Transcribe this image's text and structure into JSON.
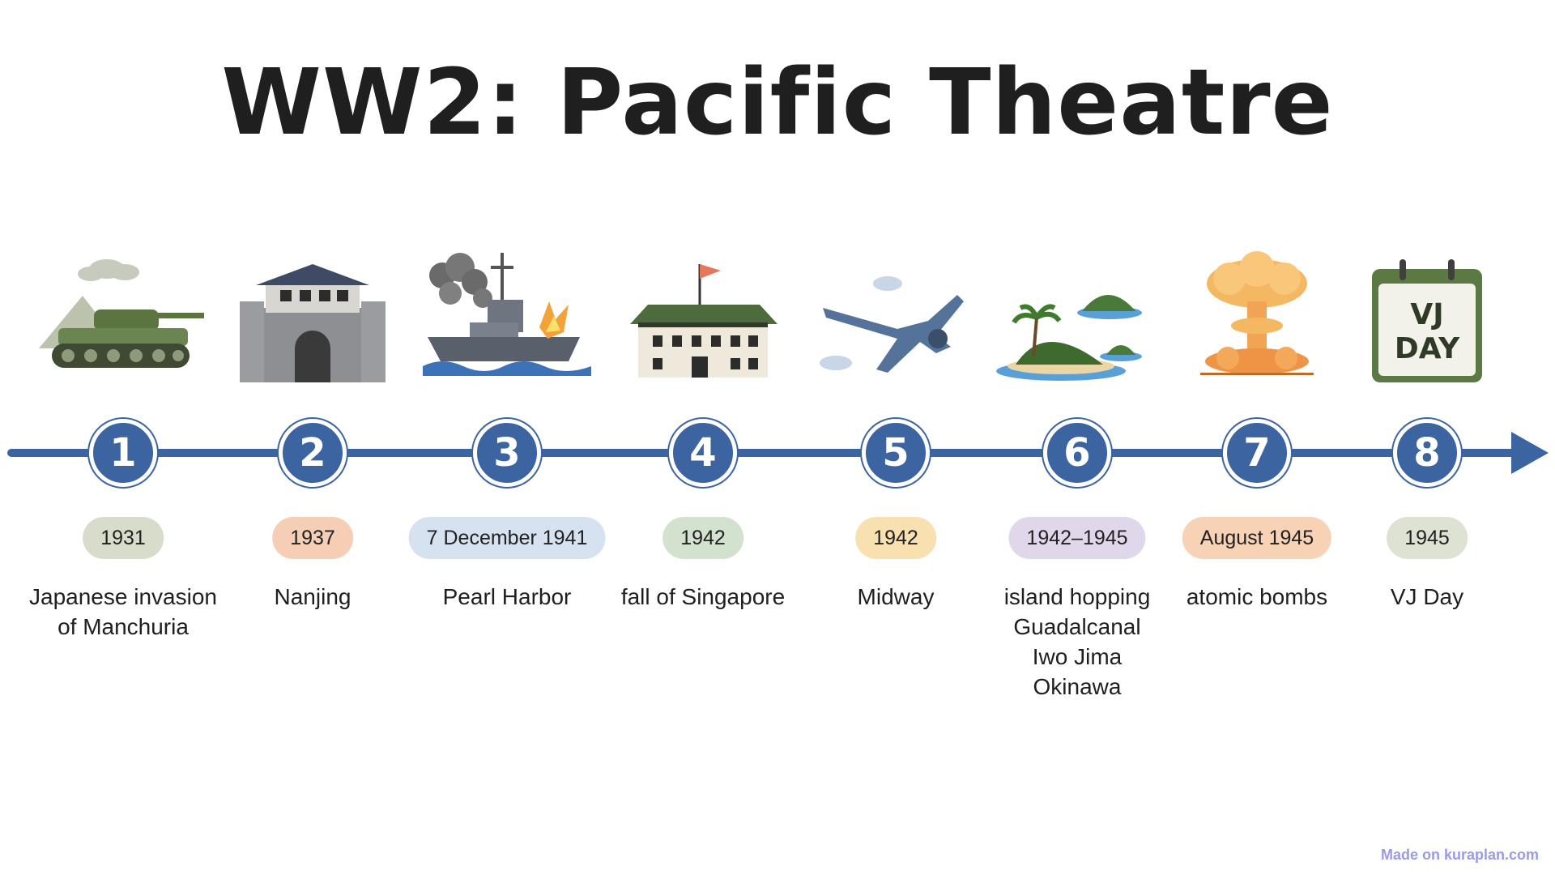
{
  "title": "WW2: Pacific Theatre",
  "watermark": "Made on kuraplan.com",
  "events": [
    {
      "number": "1",
      "date": "1931",
      "label": "Japanese invasion\nof Manchuria",
      "pill_color": "#d8dccb",
      "icon": "tank-icon"
    },
    {
      "number": "2",
      "date": "1937",
      "label": "Nanjing",
      "pill_color": "#f6cdb5",
      "icon": "city-gate-icon"
    },
    {
      "number": "3",
      "date": "7 December 1941",
      "label": "Pearl Harbor",
      "pill_color": "#d7e2f1",
      "icon": "burning-warship-icon"
    },
    {
      "number": "4",
      "date": "1942",
      "label": "fall of Singapore",
      "pill_color": "#d3e2cf",
      "icon": "colonial-building-icon"
    },
    {
      "number": "5",
      "date": "1942",
      "label": "Midway",
      "pill_color": "#f8e0b0",
      "icon": "fighter-plane-icon"
    },
    {
      "number": "6",
      "date": "1942–1945",
      "label": "island hopping\nGuadalcanal\nIwo Jima\nOkinawa",
      "pill_color": "#e0d8ea",
      "icon": "islands-icon"
    },
    {
      "number": "7",
      "date": "August 1945",
      "label": "atomic bombs",
      "pill_color": "#f8d2b5",
      "icon": "mushroom-cloud-icon"
    },
    {
      "number": "8",
      "date": "1945",
      "label": "VJ Day",
      "pill_color": "#dde2d2",
      "icon": "calendar-icon",
      "calendar_text": [
        "VJ",
        "DAY"
      ]
    }
  ],
  "colors": {
    "timeline": "#3c64a0",
    "title": "#1f1f1f"
  }
}
